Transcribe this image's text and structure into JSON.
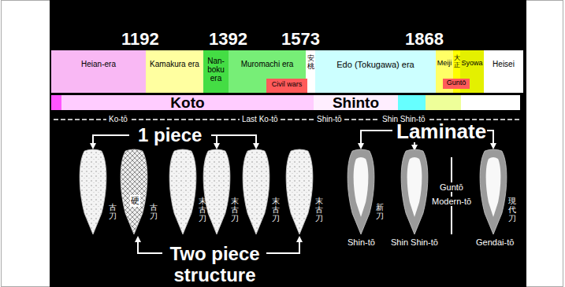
{
  "diagram": {
    "nodes": [
      {
        "text": [
          "Heian-era"
        ]
      },
      {
        "text": [
          "Kamakura era"
        ]
      },
      {
        "text": [
          "Nan- boku era"
        ]
      },
      {
        "text": [
          "Muromachi era"
        ]
      },
      {
        "text": [
          "安・桃"
        ]
      },
      {
        "text": [
          "Edo (Tokugawa) era"
        ]
      },
      {
        "text": [
          "Meiji"
        ]
      },
      {
        "text": [
          "大正"
        ]
      },
      {
        "text": [
          "Syowa"
        ]
      },
      {
        "text": [
          "Heisei"
        ]
      },
      {
        "text": [
          "Civil wars"
        ]
      },
      {
        "text": [
          "Guntō"
        ]
      },
      {
        "text": [
          "Koto"
        ]
      },
      {
        "text": [
          "Shinto"
        ]
      }
    ],
    "labels": [
      "1192",
      "1392",
      "1573",
      "1868",
      "Ko-tō",
      "Last Ko-tō",
      "Shin-tō",
      "Shin Shin-tō",
      "1 piece",
      "Laminate",
      "古刀",
      "硬",
      "古刀",
      "末古刀",
      "末古刀",
      "末古刀",
      "末古刀",
      "新刀",
      "Shin-tō",
      "Shin Shin-tō",
      "Guntō",
      "Modern-tō",
      "現代刀",
      "Gendai-tō",
      "Two piece structure"
    ]
  }
}
